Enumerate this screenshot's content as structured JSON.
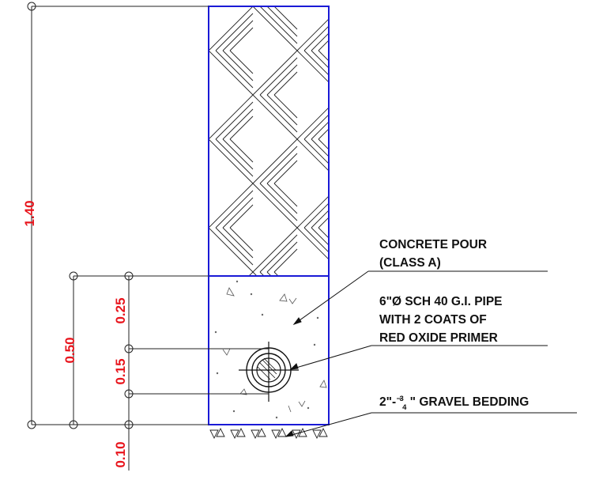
{
  "dimensions": {
    "overall": "1.40",
    "trench_depth": "0.50",
    "cover": "0.25",
    "pipe_zone": "0.15",
    "bedding": "0.10"
  },
  "notes": {
    "concrete_line1": "CONCRETE POUR",
    "concrete_line2": "(CLASS A)",
    "pipe_line1": "6\"Ø SCH 40 G.I. PIPE",
    "pipe_line2": "WITH 2 COATS OF",
    "pipe_line3": "RED OXIDE PRIMER",
    "gravel_prefix": "2\"-",
    "gravel_numerator": "3",
    "gravel_denominator": "4",
    "gravel_suffix": "\" GRAVEL BEDDING"
  },
  "colors": {
    "section_outline": "#1a1ad6",
    "dimension_text": "#e8141c",
    "linework": "#111111"
  }
}
